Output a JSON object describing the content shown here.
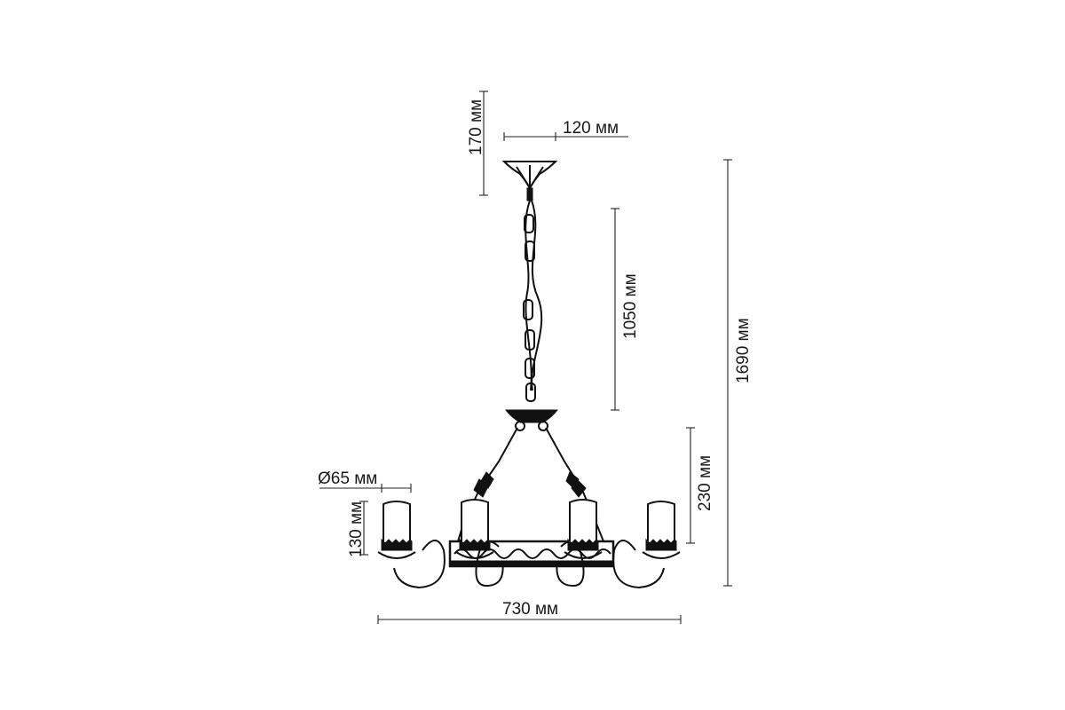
{
  "product": "chandelier",
  "dimensions": {
    "canopy_height": "170 мм",
    "canopy_width": "120 мм",
    "chain_length": "1050 мм",
    "total_height": "1690 мм",
    "body_height": "230 мм",
    "shade_diameter": "Ø65 мм",
    "shade_height": "130 мм",
    "total_width": "730 мм"
  },
  "shade_count": 4
}
